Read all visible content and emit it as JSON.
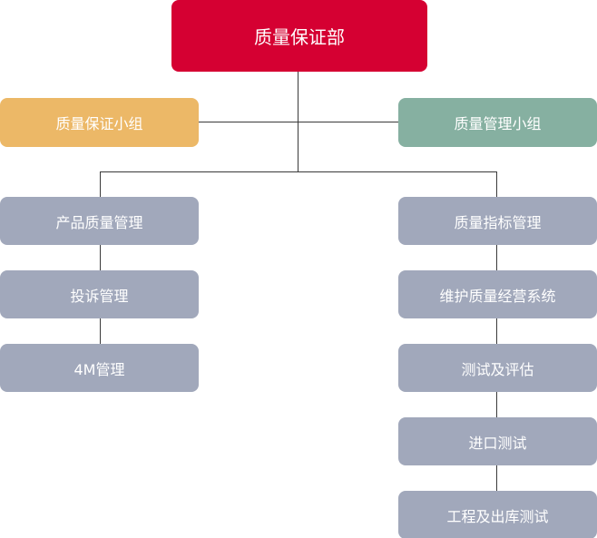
{
  "colors": {
    "root": "#d50032",
    "quality_assurance_group": "#ecb867",
    "quality_management_group": "#86b0a1",
    "leaf": "#a1a8bb",
    "connector": "#3a3a3a"
  },
  "root": {
    "label": "质量保证部"
  },
  "groups": {
    "left": {
      "label": "质量保证小组"
    },
    "right": {
      "label": "质量管理小组"
    }
  },
  "left_branch": [
    {
      "label": "产品质量管理"
    },
    {
      "label": "投诉管理"
    },
    {
      "label": "4M管理"
    }
  ],
  "right_branch": [
    {
      "label": "质量指标管理"
    },
    {
      "label": "维护质量经营系统"
    },
    {
      "label": "测试及评估"
    },
    {
      "label": "进口测试"
    },
    {
      "label": "工程及出库测试"
    }
  ]
}
